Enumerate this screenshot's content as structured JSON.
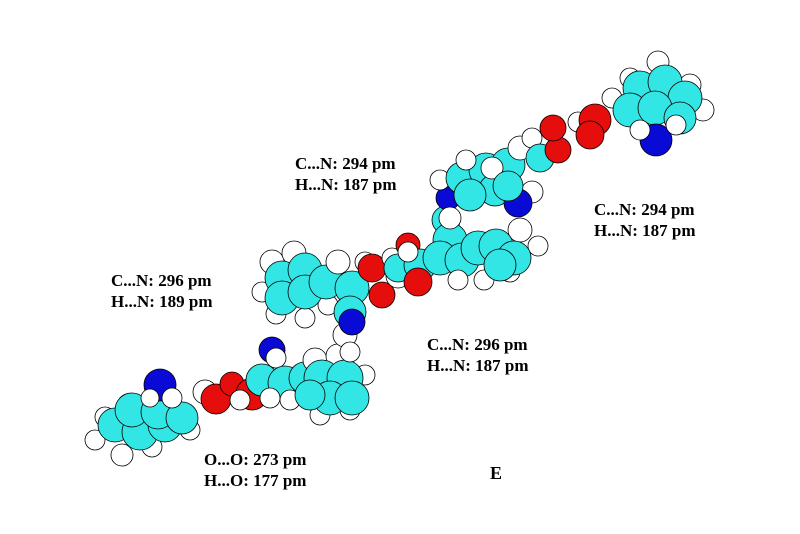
{
  "labels": [
    {
      "id": "top-center",
      "line1": "C...N: 294 pm",
      "line2": "H...N: 187 pm"
    },
    {
      "id": "right",
      "line1": "C...N: 294 pm",
      "line2": "H...N: 187 pm"
    },
    {
      "id": "left",
      "line1": "C...N: 296 pm",
      "line2": "H...N: 189 pm"
    },
    {
      "id": "center",
      "line1": "C...N: 296 pm",
      "line2": "H...N: 187 pm"
    },
    {
      "id": "bottom",
      "line1": "O...O: 273 pm",
      "line2": "H...O: 177 pm"
    }
  ],
  "panel_letter": "E",
  "colors": {
    "carbon": "#33e6e6",
    "oxygen": "#e60d0d",
    "nitrogen": "#0a0ad6",
    "hydrogen": "#ffffff",
    "outline": "#000000"
  }
}
